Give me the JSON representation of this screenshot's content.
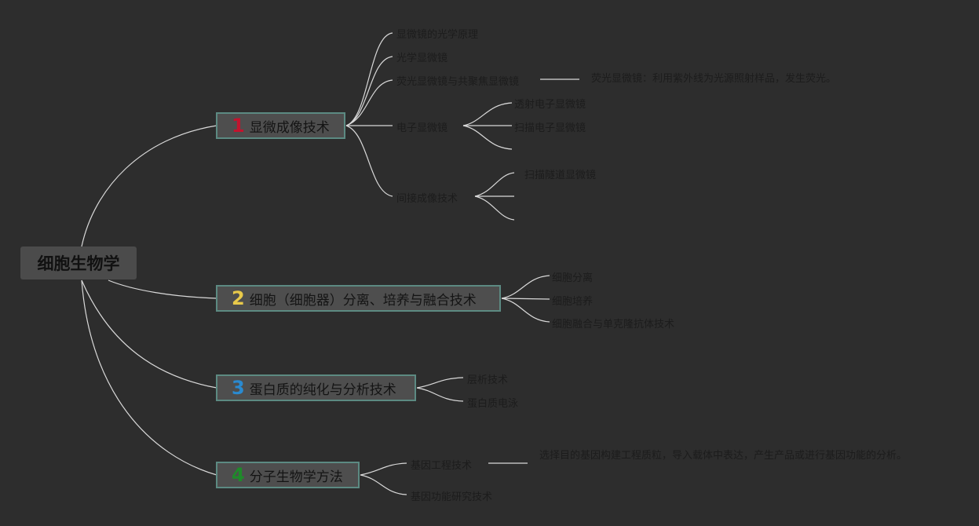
{
  "root": {
    "label": "细胞生物学"
  },
  "branches": [
    {
      "number": "1",
      "number_color": "#c2142e",
      "label": "显微成像技术",
      "children": [
        "显微镜的光学原理",
        "光学显微镜",
        "荧光显微镜与共聚焦显微镜",
        "电子显微镜",
        "间接成像技术"
      ],
      "note": "荧光显微镜：利用紫外线为光源照射样品，发生荧光。",
      "electron_children": [
        "透射电子显微镜",
        "扫描电子显微镜",
        ""
      ],
      "indirect_children": [
        "扫描隧道显微镜",
        "",
        ""
      ]
    },
    {
      "number": "2",
      "number_color": "#e8c94a",
      "label": "细胞（细胞器）分离、培养与融合技术",
      "children": [
        "细胞分离",
        "细胞培养",
        "细胞融合与单克隆抗体技术"
      ]
    },
    {
      "number": "3",
      "number_color": "#2a8ad0",
      "label": "蛋白质的纯化与分析技术",
      "children": [
        "层析技术",
        "蛋白质电泳"
      ]
    },
    {
      "number": "4",
      "number_color": "#1f8a2a",
      "label": "分子生物学方法",
      "children": [
        "基因工程技术",
        "基因功能研究技术"
      ],
      "note": "选择目的基因构建工程质粒，导入载体中表达，产生产品或进行基因功能的分析。"
    }
  ]
}
